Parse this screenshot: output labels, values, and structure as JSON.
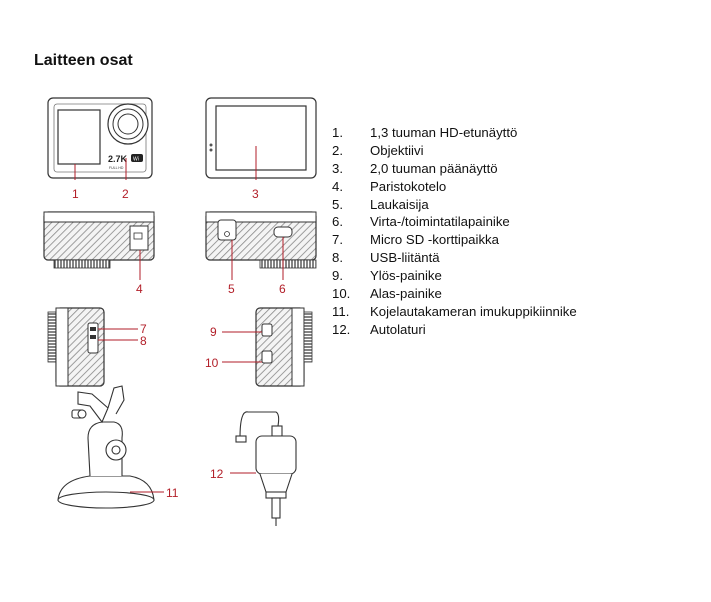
{
  "page": {
    "title": "Laitteen osat"
  },
  "diagram": {
    "callouts": [
      "1",
      "2",
      "3",
      "4",
      "5",
      "6",
      "7",
      "8",
      "9",
      "10",
      "11",
      "12"
    ],
    "camera_front_text": {
      "resolution": "2.7K",
      "badge": "FULL HD",
      "wifi": "Wi"
    }
  },
  "parts_list": [
    {
      "num": "1.",
      "label": "1,3 tuuman HD-etunäyttö"
    },
    {
      "num": "2.",
      "label": "Objektiivi"
    },
    {
      "num": "3.",
      "label": "2,0 tuuman päänäyttö"
    },
    {
      "num": "4.",
      "label": "Paristokotelo"
    },
    {
      "num": "5.",
      "label": "Laukaisija"
    },
    {
      "num": "6.",
      "label": "Virta-/toimintatilapainike"
    },
    {
      "num": "7.",
      "label": "Micro SD -korttipaikka"
    },
    {
      "num": "8.",
      "label": "USB-liitäntä"
    },
    {
      "num": "9.",
      "label": "Ylös-painike"
    },
    {
      "num": "10.",
      "label": "Alas-painike"
    },
    {
      "num": "11.",
      "label": "Kojelautakameran imukuppikiinnike"
    },
    {
      "num": "12.",
      "label": "Autolaturi"
    }
  ]
}
